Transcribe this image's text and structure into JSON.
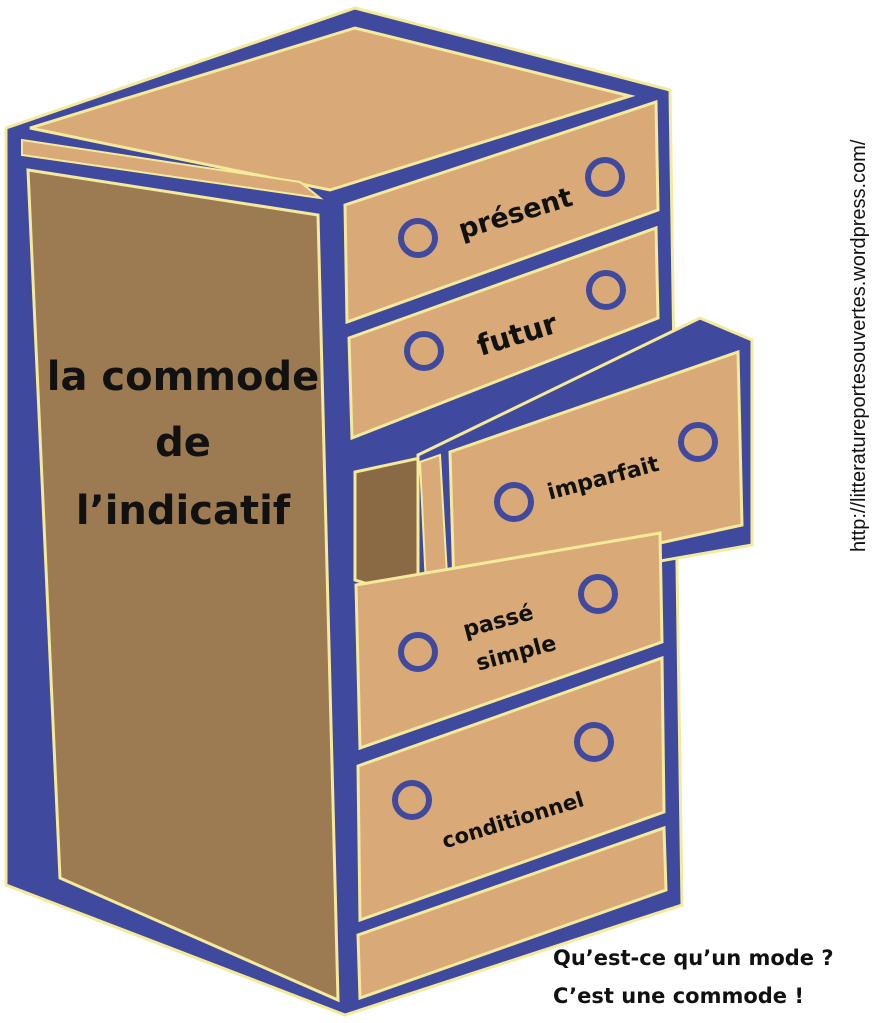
{
  "side_panel": {
    "line1": "la commode",
    "line2": "de",
    "line3": "l’indicatif"
  },
  "drawers": [
    {
      "label": "présent"
    },
    {
      "label": "futur"
    },
    {
      "label": "imparfait"
    },
    {
      "label_line1": "passé",
      "label_line2": "simple"
    },
    {
      "label": "conditionnel"
    }
  ],
  "url_text": "http://litteratureportesouvertes.wordpress.com/",
  "caption": {
    "line1": "Qu’est-ce qu’un mode ?",
    "line2": "C’est une commode !"
  },
  "colors": {
    "outline": "#3f4a9e",
    "highlight": "#f4ea9a",
    "wood_front": "#d9aa78",
    "wood_side": "#9c7a52",
    "wood_dark": "#8a6a45"
  }
}
